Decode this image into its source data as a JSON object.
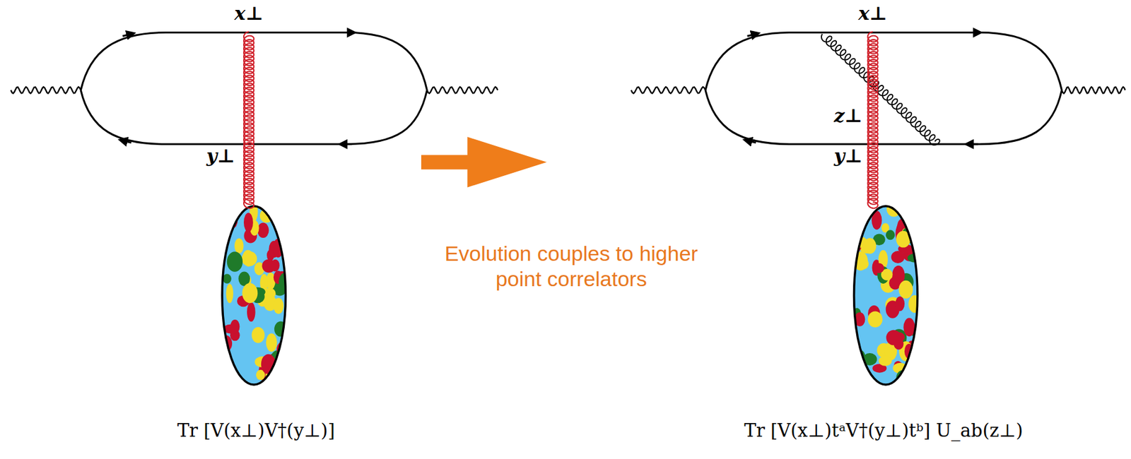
{
  "diagram": {
    "labels": [
      "x⊥",
      "y⊥",
      "x⊥",
      "z⊥",
      "y⊥",
      "Evolution couples to higher point correlators",
      "Tr [V(x⊥)V†(y⊥)]",
      "Tr [V(x⊥)tᵃV†(y⊥)tᵇ] U_ab(z⊥)"
    ]
  }
}
